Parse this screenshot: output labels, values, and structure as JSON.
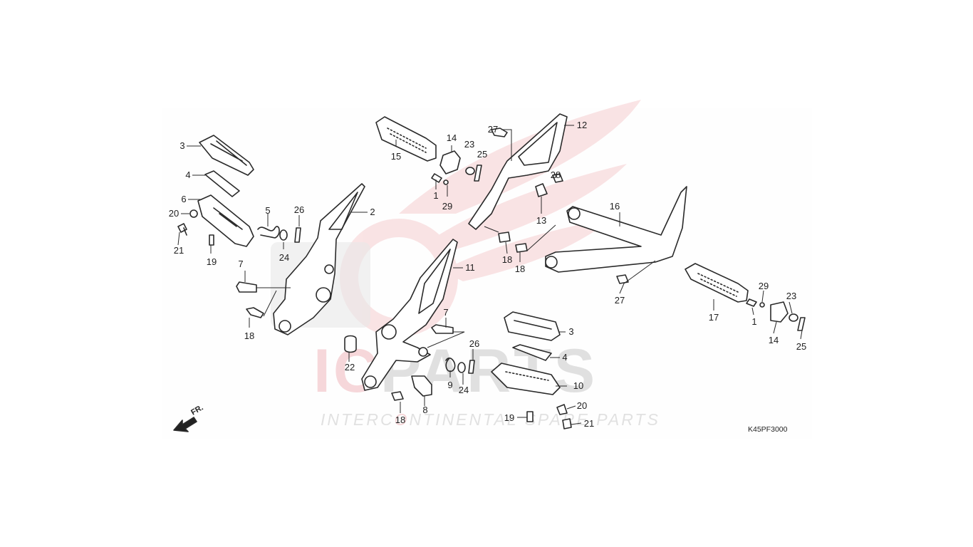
{
  "diagram": {
    "code": "K45PF3000",
    "fr_label": "FR.",
    "watermark": {
      "brand_left": "IC",
      "brand_right": "PARTS",
      "tagline_left": "INTERC",
      "tagline_mid": "O",
      "tagline_right": "NTINENTAL SPARE PARTS"
    },
    "callouts": [
      {
        "id": "c3a",
        "text": "3"
      },
      {
        "id": "c4a",
        "text": "4"
      },
      {
        "id": "c6",
        "text": "6"
      },
      {
        "id": "c20a",
        "text": "20"
      },
      {
        "id": "c21a",
        "text": "21"
      },
      {
        "id": "c19a",
        "text": "19"
      },
      {
        "id": "c5",
        "text": "5"
      },
      {
        "id": "c24a",
        "text": "24"
      },
      {
        "id": "c26a",
        "text": "26"
      },
      {
        "id": "c2",
        "text": "2"
      },
      {
        "id": "c7a",
        "text": "7"
      },
      {
        "id": "c18a",
        "text": "18"
      },
      {
        "id": "c15",
        "text": "15"
      },
      {
        "id": "c14a",
        "text": "14"
      },
      {
        "id": "c23a",
        "text": "23"
      },
      {
        "id": "c25a",
        "text": "25"
      },
      {
        "id": "c1a",
        "text": "1"
      },
      {
        "id": "c29a",
        "text": "29"
      },
      {
        "id": "c27a",
        "text": "27"
      },
      {
        "id": "c12",
        "text": "12"
      },
      {
        "id": "c28",
        "text": "28"
      },
      {
        "id": "c13",
        "text": "13"
      },
      {
        "id": "c18b",
        "text": "18"
      },
      {
        "id": "c18c",
        "text": "18"
      },
      {
        "id": "c11",
        "text": "11"
      },
      {
        "id": "c7b",
        "text": "7"
      },
      {
        "id": "c22",
        "text": "22"
      },
      {
        "id": "c9",
        "text": "9"
      },
      {
        "id": "c24b",
        "text": "24"
      },
      {
        "id": "c26b",
        "text": "26"
      },
      {
        "id": "c8",
        "text": "8"
      },
      {
        "id": "c18d",
        "text": "18"
      },
      {
        "id": "c3b",
        "text": "3"
      },
      {
        "id": "c4b",
        "text": "4"
      },
      {
        "id": "c10",
        "text": "10"
      },
      {
        "id": "c20b",
        "text": "20"
      },
      {
        "id": "c19b",
        "text": "19"
      },
      {
        "id": "c21b",
        "text": "21"
      },
      {
        "id": "c16",
        "text": "16"
      },
      {
        "id": "c27b",
        "text": "27"
      },
      {
        "id": "c17",
        "text": "17"
      },
      {
        "id": "c29b",
        "text": "29"
      },
      {
        "id": "c23b",
        "text": "23"
      },
      {
        "id": "c1b",
        "text": "1"
      },
      {
        "id": "c14b",
        "text": "14"
      },
      {
        "id": "c25b",
        "text": "25"
      }
    ],
    "colors": {
      "line": "#2a2a2a",
      "fill": "#ffffff",
      "watermark_red": "#f1b9bd",
      "watermark_gray": "#c9c9c9"
    }
  }
}
